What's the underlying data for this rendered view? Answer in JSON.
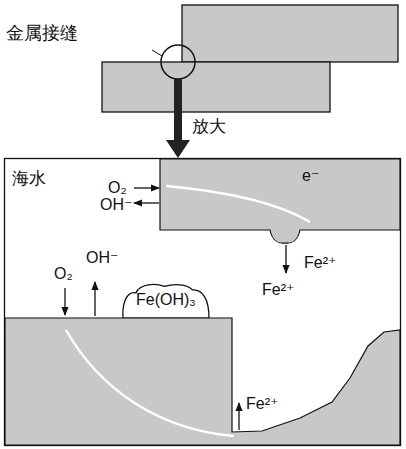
{
  "diagram": {
    "nodes": [
      {
        "text": [
          "Fe(OH)₃"
        ]
      }
    ],
    "labels": [
      "金属接缝",
      "放大",
      "海水",
      "O₂",
      "OH⁻",
      "e⁻",
      "Fe²⁺",
      "Fe²⁺",
      "O₂",
      "OH⁻",
      "Fe²⁺"
    ]
  }
}
